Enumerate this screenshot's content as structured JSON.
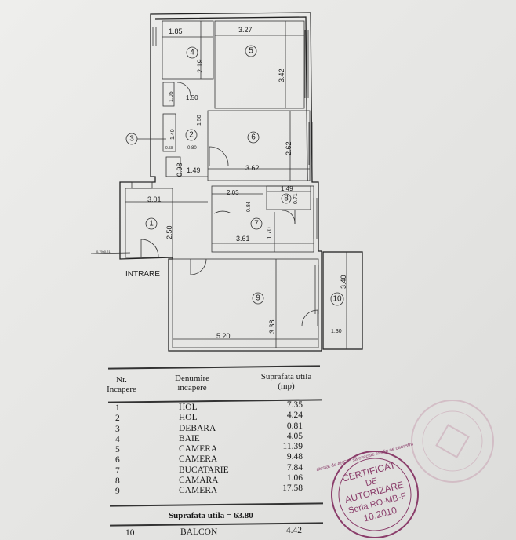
{
  "plan": {
    "entrance_label": "INTRARE",
    "entrance_note": "0.79x0.21",
    "rooms": [
      "1",
      "2",
      "3",
      "4",
      "5",
      "6",
      "7",
      "8",
      "9",
      "10"
    ],
    "dims": {
      "r4_w": "1.85",
      "r4_h": "2.19",
      "r5_w": "3.27",
      "r5_h": "3.42",
      "r6_w": "3.62",
      "r6_h": "2.62",
      "hall_a": "1.05",
      "hall_b": "1.50",
      "hall_c": "1.50",
      "hall_d": "0.80",
      "r3_h": "1.40",
      "r3_w": "0.58",
      "hall_e": "0.98",
      "hall_f": "1.49",
      "r1_w": "3.01",
      "r1_h": "2.50",
      "r7_a": "2.03",
      "r7_b": "0.84",
      "r7_w": "3.61",
      "r7_h": "1.70",
      "r8_w": "1.49",
      "r8_h": "0.71",
      "r9_w": "5.20",
      "r9_h": "3.38",
      "r10_h": "3.40",
      "r10_w": "1.30"
    }
  },
  "table": {
    "headers": {
      "nr_line1": "Nr.",
      "nr_line2": "Incapere",
      "name_line1": "Denumire",
      "name_line2": "incapere",
      "area_line1": "Suprafata utila",
      "area_line2": "(mp)"
    },
    "rows": [
      {
        "nr": "1",
        "name": "HOL",
        "area": "7.35"
      },
      {
        "nr": "2",
        "name": "HOL",
        "area": "4.24"
      },
      {
        "nr": "3",
        "name": "DEBARA",
        "area": "0.81"
      },
      {
        "nr": "4",
        "name": "BAIE",
        "area": "4.05"
      },
      {
        "nr": "5",
        "name": "CAMERA",
        "area": "11.39"
      },
      {
        "nr": "6",
        "name": "CAMERA",
        "area": "9.48"
      },
      {
        "nr": "7",
        "name": "BUCATARIE",
        "area": "7.84"
      },
      {
        "nr": "8",
        "name": "CAMARA",
        "area": "1.06"
      },
      {
        "nr": "9",
        "name": "CAMERA",
        "area": "17.58"
      }
    ],
    "total": "Suprafata utila  =  63.80",
    "balcony": {
      "nr": "10",
      "name": "BALCON",
      "area": "4.42"
    }
  },
  "stamp": {
    "line1": "CERTIFICAT",
    "line2": "DE",
    "line3": "AUTORIZARE",
    "line4": "Seria RO-MB-F",
    "line5": "10.2010",
    "ring": "atestat de ANCPI să execute lucrări de cadastru"
  },
  "colors": {
    "stamp": "#8a3d6a",
    "stamp_faint": "#c9a3b3",
    "paper": "#e8e8e6"
  }
}
